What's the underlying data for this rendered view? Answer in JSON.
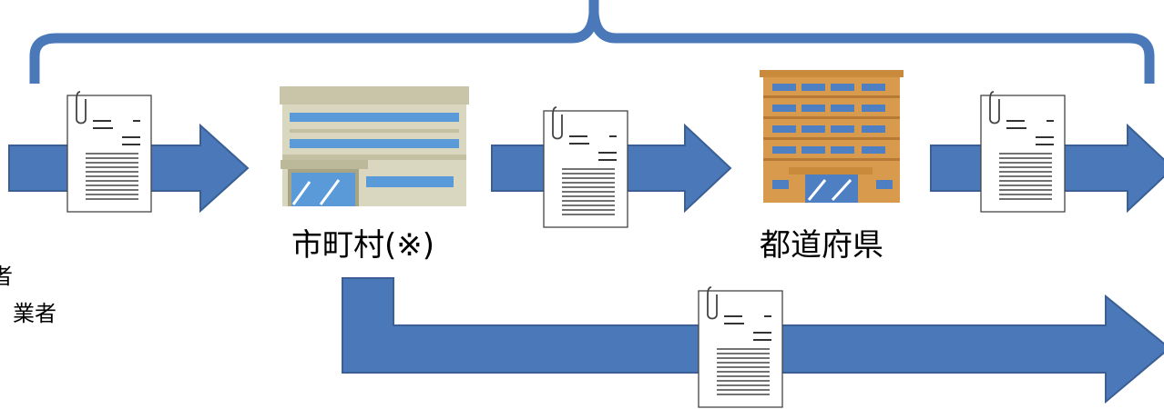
{
  "labels": {
    "municipality": "市町村(※)",
    "prefecture": "都道府県",
    "left_line1": "者",
    "left_line2": "業者"
  },
  "colors": {
    "arrow_fill": "#4a78b8",
    "arrow_stroke": "#3a5f95",
    "brace": "#4a78b8",
    "municipal_building": "#d9d7bf",
    "municipal_window": "#5a9ad8",
    "prefectural_building": "#d89a4c",
    "prefectural_window": "#4f7fc3"
  },
  "icons": {
    "document": "document-with-paperclip-icon",
    "municipal_building": "municipal-office-building-icon",
    "prefectural_building": "prefectural-office-building-icon"
  }
}
